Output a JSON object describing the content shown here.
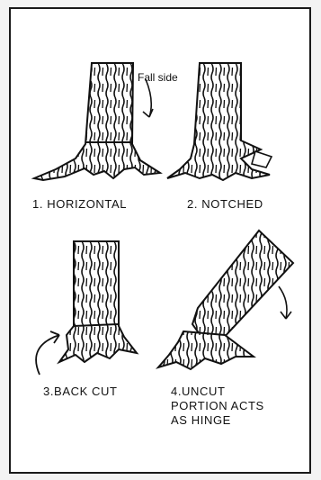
{
  "colors": {
    "ink": "#111111",
    "paper": "#ffffff",
    "border": "#1a1a1a"
  },
  "panels": [
    {
      "id": "horizontal",
      "caption": "1. HORIZONTAL",
      "note": "Fall side"
    },
    {
      "id": "notched",
      "caption": "2. NOTCHED"
    },
    {
      "id": "back-cut",
      "caption": "3.BACK CUT"
    },
    {
      "id": "uncut-hinge",
      "caption_lines": [
        "4.UNCUT",
        "PORTION ACTS",
        "AS HINGE"
      ]
    }
  ]
}
